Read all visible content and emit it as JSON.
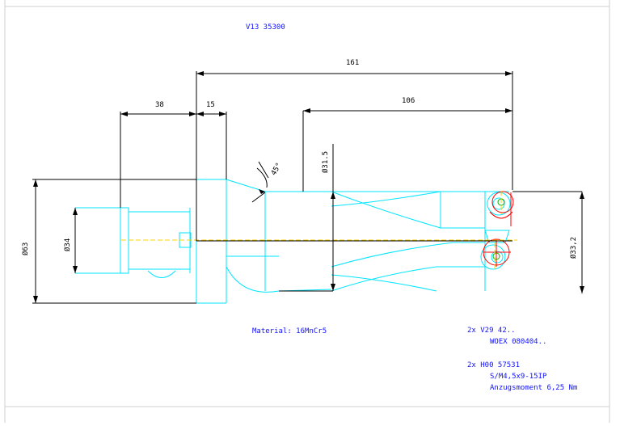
{
  "drawing": {
    "title": "V13 35300",
    "material": "Material: 16MnCr5",
    "colors": {
      "dimension": "#000000",
      "body": "#00e5ff",
      "text": "#1010ff",
      "insert": "#ff0000",
      "center_line": "#ffd000",
      "frame": "#cfcfcf"
    },
    "dimensions": {
      "total_length": "161",
      "flute_length": "106",
      "shank_length": "38",
      "collar_length": "15",
      "chamfer_angle": "45°",
      "drill_diameter": "Ø31.5",
      "shank_diameter": "Ø34",
      "tip_diameter": "Ø33,2",
      "collar_diameter": "Ø63"
    },
    "parts": [
      {
        "line1": "2x  V29 42..",
        "line2": "WOEX 080404.."
      },
      {
        "line1": "2x  H00 57531",
        "line2": "S/M4,5x9-15IP",
        "line3": "Anzugsmoment 6,25 Nm"
      }
    ]
  }
}
